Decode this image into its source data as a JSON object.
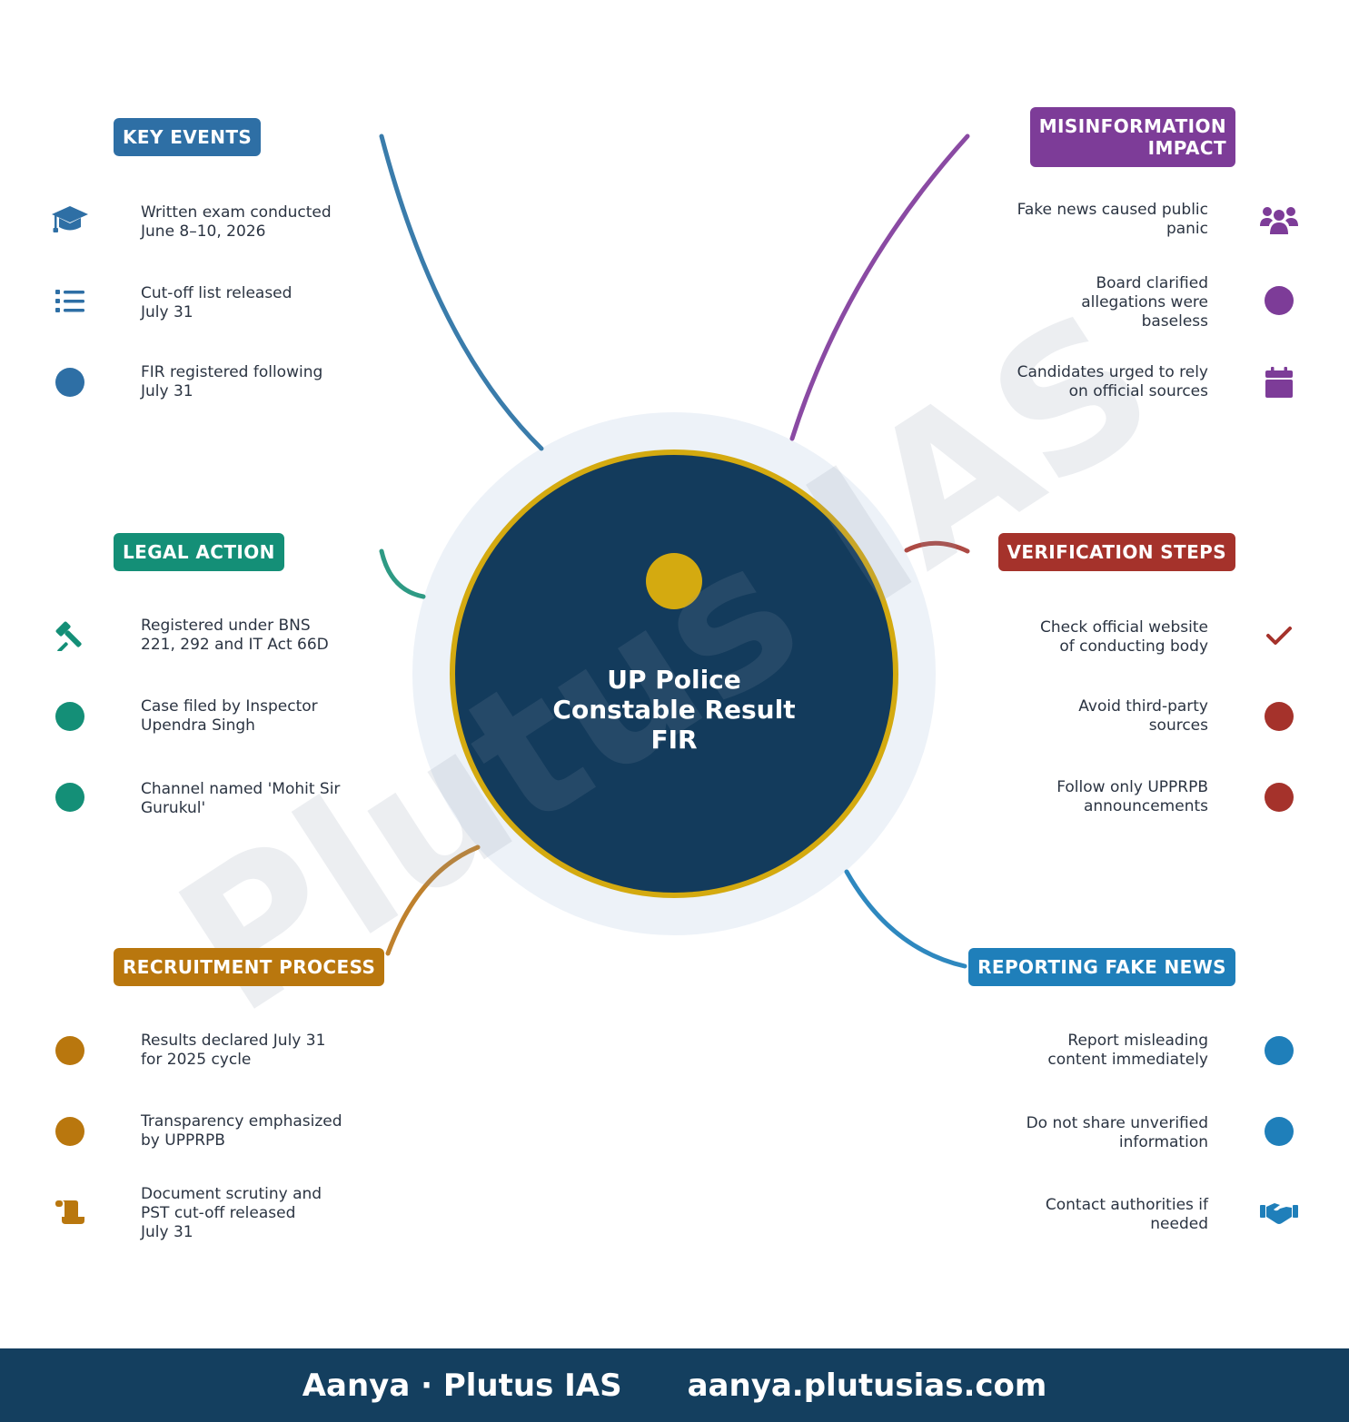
{
  "center": {
    "title": "UP Police\nConstable Result\nFIR"
  },
  "watermark": "Plutus IAS",
  "colors": {
    "navy": "#143f5f",
    "gold": "#d4aa10",
    "blue": "#2e6fa5",
    "purple": "#7d3c98",
    "teal": "#148f77",
    "red": "#a5322b",
    "orange": "#b9770e",
    "sky": "#1f7fba"
  },
  "sections": {
    "key_events": {
      "label": "KEY EVENTS",
      "color": "#2e6fa5",
      "items": [
        {
          "text": "Written exam conducted\nJune 8–10, 2026",
          "icon": "graduation-cap-icon"
        },
        {
          "text": "Cut-off list released\nJuly 31",
          "icon": "list-icon"
        },
        {
          "text": "FIR registered following\nJuly 31",
          "icon": "dot-icon"
        }
      ]
    },
    "misinformation_impact": {
      "label": "MISINFORMATION\nIMPACT",
      "color": "#7d3c98",
      "items": [
        {
          "text": "Fake news caused public\npanic",
          "icon": "users-icon"
        },
        {
          "text": "Board clarified\nallegations were\nbaseless",
          "icon": "dot-icon"
        },
        {
          "text": "Candidates urged to rely\non official sources",
          "icon": "calendar-icon"
        }
      ]
    },
    "legal_action": {
      "label": "LEGAL ACTION",
      "color": "#148f77",
      "items": [
        {
          "text": "Registered under BNS\n221, 292 and IT Act 66D",
          "icon": "gavel-icon"
        },
        {
          "text": "Case filed by Inspector\nUpendra Singh",
          "icon": "dot-icon"
        },
        {
          "text": "Channel named 'Mohit Sir\nGurukul'",
          "icon": "dot-icon"
        }
      ]
    },
    "verification_steps": {
      "label": "VERIFICATION STEPS",
      "color": "#a5322b",
      "items": [
        {
          "text": "Check official website\nof conducting body",
          "icon": "check-icon"
        },
        {
          "text": "Avoid third-party\nsources",
          "icon": "dot-icon"
        },
        {
          "text": "Follow only UPPRPB\nannouncements",
          "icon": "dot-icon"
        }
      ]
    },
    "recruitment_process": {
      "label": "RECRUITMENT PROCESS",
      "color": "#b9770e",
      "items": [
        {
          "text": "Results declared July 31\nfor 2025 cycle",
          "icon": "dot-icon"
        },
        {
          "text": "Transparency emphasized\nby UPPRPB",
          "icon": "dot-icon"
        },
        {
          "text": "Document scrutiny and\nPST cut-off released\nJuly 31",
          "icon": "scroll-icon"
        }
      ]
    },
    "reporting_fake_news": {
      "label": "REPORTING FAKE NEWS",
      "color": "#1f7fba",
      "items": [
        {
          "text": "Report misleading\ncontent immediately",
          "icon": "dot-icon"
        },
        {
          "text": "Do not share unverified\ninformation",
          "icon": "dot-icon"
        },
        {
          "text": "Contact authorities if\nneeded",
          "icon": "handshake-icon"
        }
      ]
    }
  },
  "footer": {
    "left": "Aanya · Plutus IAS",
    "right": "aanya.plutusias.com"
  }
}
